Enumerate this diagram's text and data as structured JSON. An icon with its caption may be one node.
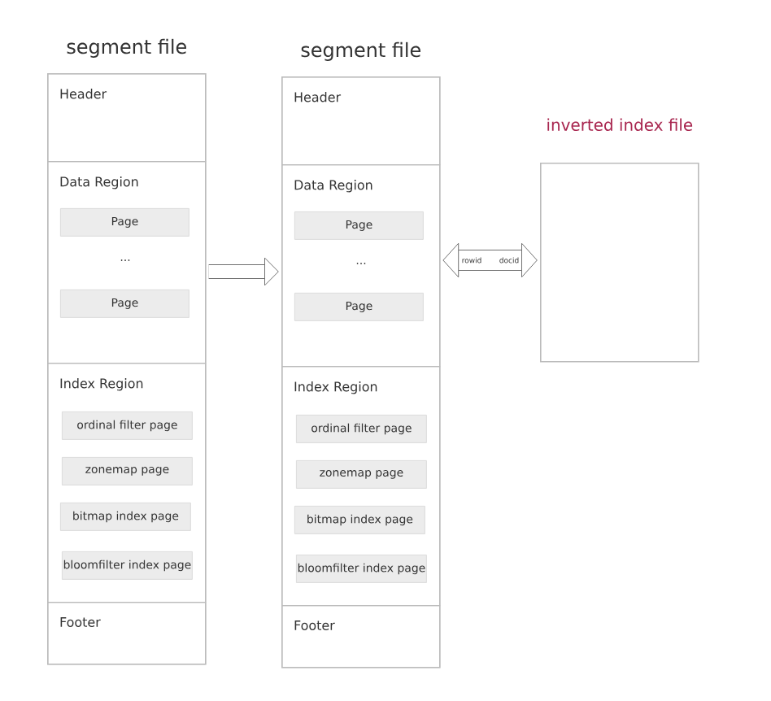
{
  "diagram": {
    "nodes": [
      {
        "text": [
          "segment file"
        ]
      },
      {
        "text": [
          "Header"
        ],
        "in": 0
      },
      {
        "text": [
          "Data Region"
        ],
        "in": 0
      },
      {
        "text": [
          "Page"
        ],
        "in": 2
      },
      {
        "text": [
          "Page"
        ],
        "in": 2
      },
      {
        "text": [
          "Index Region"
        ],
        "in": 0
      },
      {
        "text": [
          "ordinal filter page"
        ],
        "in": 5
      },
      {
        "text": [
          "zonemap page"
        ],
        "in": 5
      },
      {
        "text": [
          "bitmap index page"
        ],
        "in": 5
      },
      {
        "text": [
          "bloomfilter index page"
        ],
        "in": 5
      },
      {
        "text": [
          "Footer"
        ],
        "in": 0
      },
      {
        "text": [
          "segment file"
        ]
      },
      {
        "text": [
          "Header"
        ],
        "in": 11
      },
      {
        "text": [
          "Data Region"
        ],
        "in": 11
      },
      {
        "text": [
          "Page"
        ],
        "in": 13
      },
      {
        "text": [
          "Page"
        ],
        "in": 13
      },
      {
        "text": [
          "Index Region"
        ],
        "in": 11
      },
      {
        "text": [
          "ordinal filter page"
        ],
        "in": 16
      },
      {
        "text": [
          "zonemap page"
        ],
        "in": 16
      },
      {
        "text": [
          "bitmap index page"
        ],
        "in": 16
      },
      {
        "text": [
          "bloomfilter index page"
        ],
        "in": 16
      },
      {
        "text": [
          "Footer"
        ],
        "in": 11
      },
      {
        "text": [
          "inverted index file"
        ]
      }
    ],
    "edges": [
      {
        "from": 0,
        "to": 11,
        "arrow": "to"
      },
      {
        "from": 13,
        "to": 22,
        "arrow": "both"
      }
    ],
    "labels": [
      "...",
      "...",
      "rowid",
      "docid"
    ]
  }
}
